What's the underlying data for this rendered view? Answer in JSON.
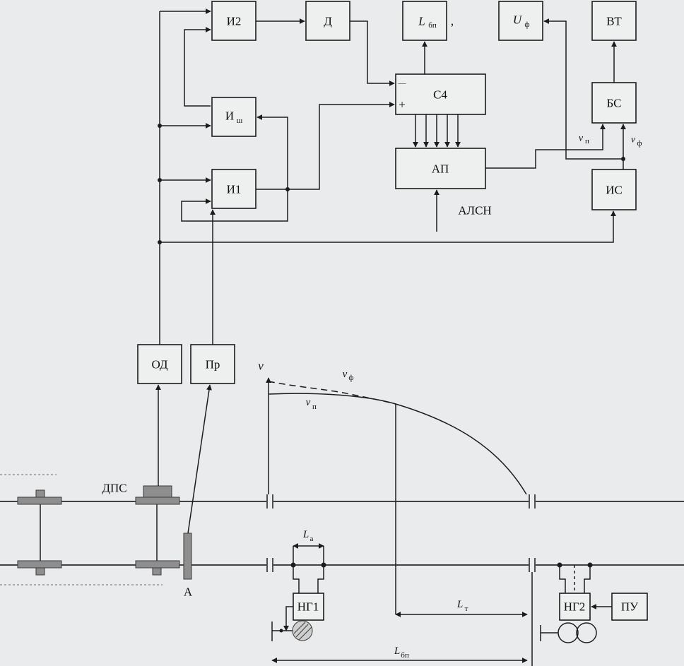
{
  "blocks": {
    "i2": "И2",
    "d": "Д",
    "l_main": "L",
    "l_main_sub": "бп",
    "u": "U",
    "u_sub": "ф",
    "vt": "ВТ",
    "i_small": "И",
    "i_small_sub": "ш",
    "c4": "С4",
    "bs": "БС",
    "ap": "АП",
    "i1": "И1",
    "is": "ИС",
    "od": "ОД",
    "pr": "Пр",
    "ng1": "НГ1",
    "ng2": "НГ2",
    "pu": "ПУ"
  },
  "signs": {
    "minus": "—",
    "plus": "+",
    "comma": ","
  },
  "signals": {
    "alsn": "АЛСН",
    "v_n": "v",
    "v_n_sub": "п",
    "v_f": "v",
    "v_f_sub": "ф"
  },
  "graph": {
    "axis": "v",
    "curve_f": "v",
    "curve_f_sub": "ф",
    "curve_n": "v",
    "curve_n_sub": "п"
  },
  "track": {
    "dps": "ДПС",
    "point_a": "А",
    "la": "L",
    "la_sub": "а",
    "lt": "L",
    "lt_sub": "т",
    "lbp": "L",
    "lbp_sub": "бп"
  }
}
